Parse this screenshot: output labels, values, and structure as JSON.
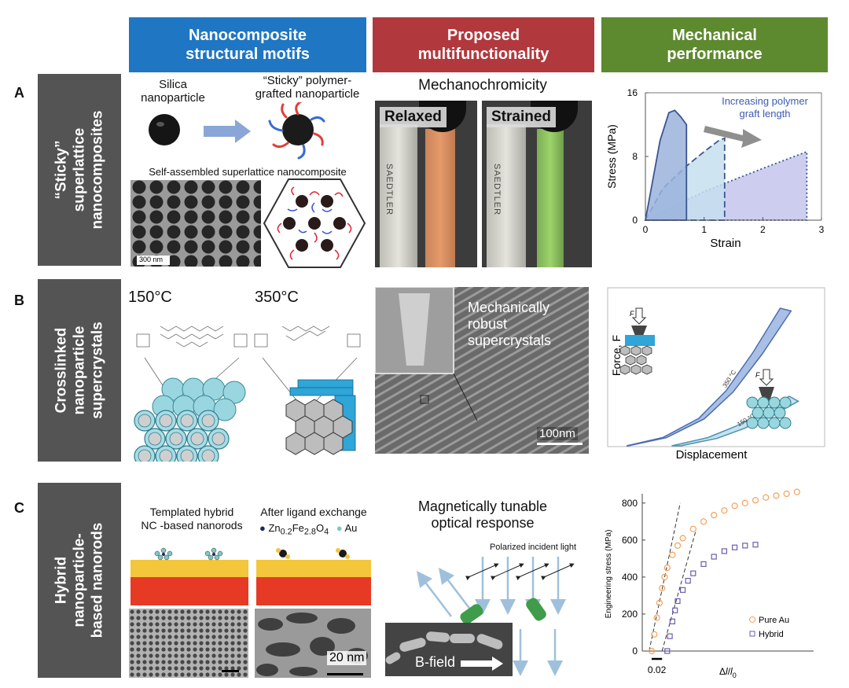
{
  "headers": {
    "col1": "Nanocomposite\nstructural motifs",
    "col2": "Proposed\nmultifunctionality",
    "col3": "Mechanical\nperformance"
  },
  "colors": {
    "col1": "#1f76c2",
    "col2": "#b1393d",
    "col3": "#5e8a2f",
    "row_label": "#545454"
  },
  "rows": {
    "A": {
      "letter": "A",
      "label": "“Sticky”\nsuperlattice\nnanocomposites"
    },
    "B": {
      "letter": "B",
      "label": "Crosslinked\nnanoparticle\nsupercrystals"
    },
    "C": {
      "letter": "C",
      "label": "Hybrid\nnanoparticle-\nbased nanorods"
    }
  },
  "panelA": {
    "silica": "Silica\nnanoparticle",
    "sticky": "“Sticky” polymer-\ngrafted nanoparticle",
    "selfassembled": "Self-assembled superlattice nanocomposite",
    "scalebar": "300 nm",
    "mechanochromicity": "Mechanochromicity",
    "relaxed": "Relaxed",
    "strained": "Strained",
    "ruler_text": "SAEDTLER"
  },
  "panelB": {
    "temp1": "150°C",
    "temp2": "350°C",
    "robust": "Mechanically\nrobust\nsupercrystals",
    "scalebar": "100nm"
  },
  "panelC": {
    "templated": "Templated hybrid\nNC -based nanorods",
    "after": "After ligand exchange",
    "legend_zn": "Zn",
    "legend_zn_sub1": "0.2",
    "legend_fe": "Fe",
    "legend_fe_sub": "2.8",
    "legend_o": "O",
    "legend_o_sub": "4",
    "legend_au": "Au",
    "scalebar": "20 nm",
    "magnetic": "Magnetically tunable\noptical response",
    "polarized": "Polarized incident light",
    "bfield": "B-field"
  },
  "chart_data": [
    {
      "type": "area",
      "panel": "A",
      "xlabel": "Strain",
      "ylabel": "Stress (MPa)",
      "xlim": [
        0,
        3
      ],
      "ylim": [
        0,
        16
      ],
      "xticks": [
        0,
        1,
        2,
        3
      ],
      "yticks": [
        0,
        8,
        16
      ],
      "annotation": "Increasing polymer\ngraft length",
      "series": [
        {
          "x": [
            0,
            0.1,
            0.25,
            0.4,
            0.5,
            0.6,
            0.7,
            0.7
          ],
          "y": [
            0,
            4,
            10,
            13.5,
            13.8,
            13,
            12,
            0
          ],
          "style": "solid"
        },
        {
          "x": [
            0,
            0.3,
            0.7,
            1.0,
            1.25,
            1.35,
            1.35
          ],
          "y": [
            0,
            4,
            6.8,
            8.6,
            10,
            10.3,
            0
          ],
          "style": "dashed"
        },
        {
          "x": [
            0,
            1.0,
            2.0,
            2.75,
            2.75
          ],
          "y": [
            0,
            3.6,
            6.5,
            8.6,
            0
          ],
          "style": "dotted"
        }
      ],
      "grid": false
    },
    {
      "type": "line",
      "panel": "B",
      "xlabel": "Displacement",
      "ylabel": "Force, F",
      "force_label": "F",
      "series": [
        {
          "name": "350 °C",
          "x": [
            0,
            0.2,
            0.4,
            0.55,
            0.7,
            0.85
          ],
          "y": [
            0,
            0.06,
            0.2,
            0.4,
            0.68,
            1.0
          ]
        },
        {
          "name": "150 °C",
          "x": [
            0.25,
            0.45,
            0.6,
            0.75,
            0.9
          ],
          "y": [
            0,
            0.06,
            0.14,
            0.24,
            0.36
          ]
        }
      ]
    },
    {
      "type": "scatter",
      "panel": "C",
      "ylabel": "Engineering stress (MPa)",
      "xlabel": "Δl/l0",
      "xlabel_main": "Δ",
      "xlabel_l": "l",
      "xlabel_slash": "/",
      "xlabel_l0": "l",
      "xlabel_sub": "0",
      "scale_label": "0.02",
      "ylim": [
        0,
        850
      ],
      "yticks": [
        0,
        200,
        400,
        600,
        800
      ],
      "series": [
        {
          "name": "Pure Au",
          "marker": "circle",
          "color": "#f2a25a",
          "x": [
            0,
            0.005,
            0.01,
            0.015,
            0.02,
            0.025,
            0.03,
            0.04,
            0.05,
            0.06,
            0.08,
            0.1,
            0.12,
            0.14,
            0.16,
            0.18,
            0.2,
            0.22,
            0.24,
            0.26,
            0.28
          ],
          "y": [
            0,
            90,
            180,
            260,
            340,
            400,
            450,
            520,
            570,
            610,
            660,
            700,
            735,
            760,
            785,
            800,
            815,
            830,
            840,
            850,
            860
          ]
        },
        {
          "name": "Hybrid",
          "marker": "square",
          "color": "#6a5fb0",
          "x": [
            0.03,
            0.035,
            0.04,
            0.045,
            0.05,
            0.06,
            0.07,
            0.08,
            0.1,
            0.12,
            0.14,
            0.16,
            0.18,
            0.2
          ],
          "y": [
            0,
            80,
            160,
            220,
            270,
            330,
            380,
            420,
            470,
            510,
            540,
            560,
            570,
            575
          ]
        }
      ],
      "grid": false
    }
  ]
}
